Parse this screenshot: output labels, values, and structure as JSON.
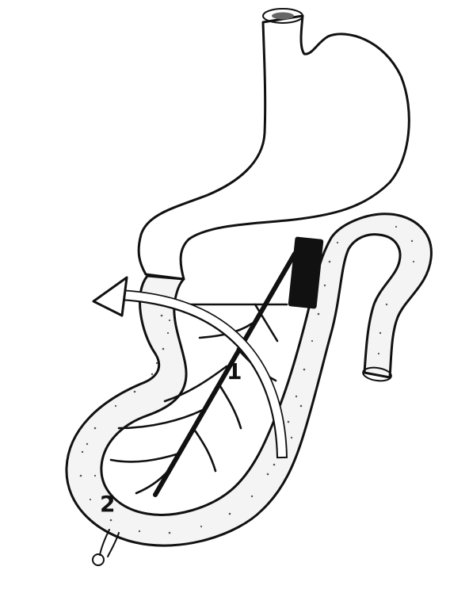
{
  "diagram": {
    "labels": [
      {
        "id": "1",
        "text": "1"
      },
      {
        "id": "2",
        "text": "2"
      }
    ],
    "colors": {
      "ink": "#111111",
      "paper": "#ffffff",
      "stipple": "#555555"
    }
  }
}
